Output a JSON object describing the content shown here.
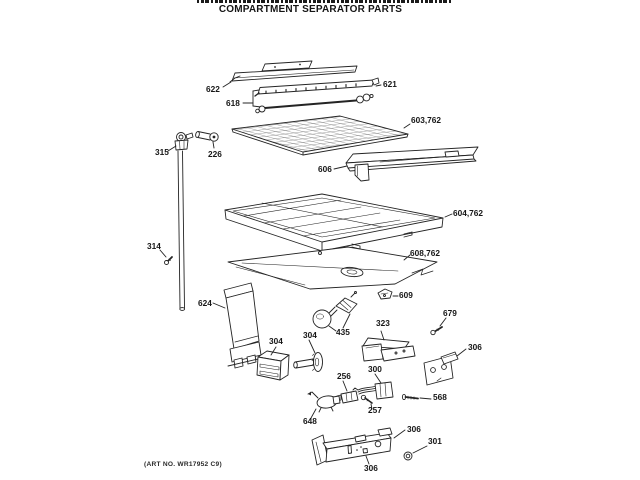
{
  "title": {
    "line2": "COMPARTMENT SEPARATOR PARTS"
  },
  "footer": {
    "art_no": "(ART NO. WR17952 C9)"
  },
  "colors": {
    "ink": "#222222",
    "background": "#ffffff"
  },
  "part_labels": [
    {
      "text": "622"
    },
    {
      "text": "621"
    },
    {
      "text": "618"
    },
    {
      "text": "603,762"
    },
    {
      "text": "226"
    },
    {
      "text": "315"
    },
    {
      "text": "606"
    },
    {
      "text": "604,762"
    },
    {
      "text": "608,762"
    },
    {
      "text": "314"
    },
    {
      "text": "624"
    },
    {
      "text": "609"
    },
    {
      "text": "435"
    },
    {
      "text": "323"
    },
    {
      "text": "679"
    },
    {
      "text": "304"
    },
    {
      "text": "304"
    },
    {
      "text": "306"
    },
    {
      "text": "256"
    },
    {
      "text": "300"
    },
    {
      "text": "568"
    },
    {
      "text": "257"
    },
    {
      "text": "648"
    },
    {
      "text": "306"
    },
    {
      "text": "301"
    },
    {
      "text": "306"
    }
  ]
}
